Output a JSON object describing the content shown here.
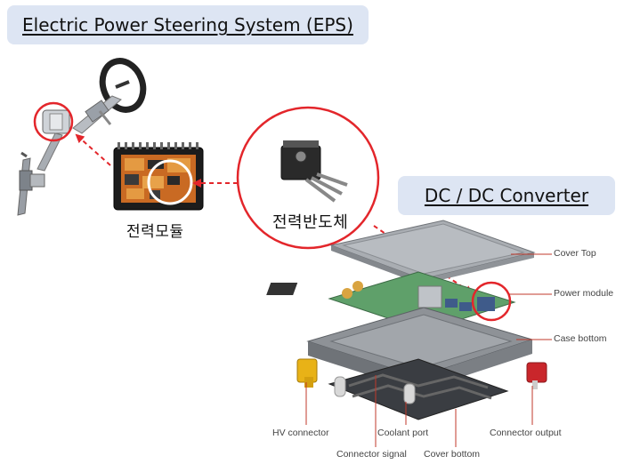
{
  "titles": {
    "eps": "Electric Power Steering System (EPS)",
    "dcdc": "DC / DC Converter"
  },
  "labels": {
    "power_module_kr": "전력모듈",
    "power_semiconductor_kr": "전력반도체"
  },
  "callouts": {
    "cover_top": "Cover Top",
    "power_module": "Power module",
    "case_bottom": "Case bottom",
    "hv_connector": "HV connector",
    "coolant_port": "Coolant port",
    "connector_output": "Connector output",
    "connector_signal": "Connector signal",
    "cover_bottom": "Cover bottom"
  },
  "colors": {
    "highlight_red": "#e3262b",
    "title_bg": "#dde5f3",
    "leader_line": "#c0392b"
  }
}
